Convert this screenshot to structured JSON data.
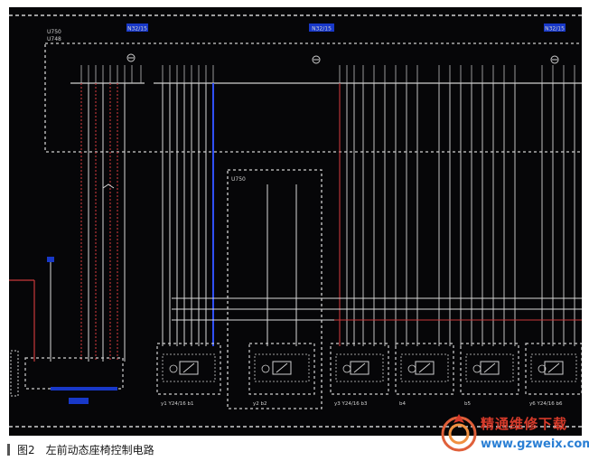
{
  "caption": {
    "figure_number": "图2",
    "title": "左前动态座椅控制电路"
  },
  "watermark": {
    "name": "精通维修下载",
    "url": "www.gzweix.com"
  },
  "diagram": {
    "connectors": [
      "N32/15",
      "N32/15",
      "N32/15"
    ],
    "module_labels": [
      "U750",
      "U748"
    ],
    "sub_module_label": "U750",
    "component_labels": [
      "y1  Y24/16  b1",
      "y2  b2",
      "y3  Y24/16  b3",
      "b4",
      "b5",
      "y6  Y24/16  b6"
    ]
  },
  "colors": {
    "background": "#060608",
    "wire_red": "#c8383a",
    "wire_blue": "#3050ff",
    "wire_white": "#d8d8d8",
    "connector_fill": "#1838c8"
  }
}
